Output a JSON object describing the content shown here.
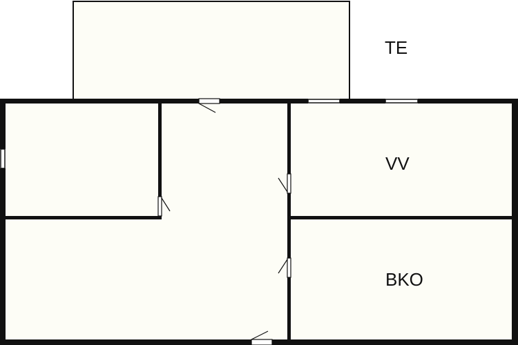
{
  "colors": {
    "room_fill": "#fdfdf6",
    "wall": "#111111",
    "background": "#ffffff",
    "label": "#111111"
  },
  "rooms": {
    "terrace": {
      "label": "TE"
    },
    "room_vv": {
      "label": "VV"
    },
    "room_bko": {
      "label": "BKO"
    }
  }
}
